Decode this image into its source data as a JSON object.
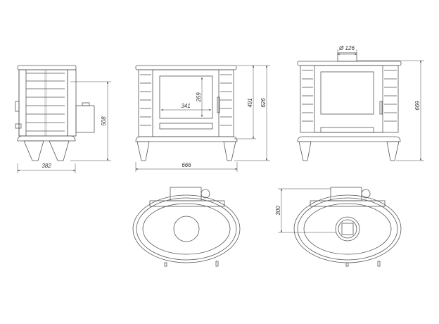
{
  "dimensions": {
    "side_depth": "382",
    "side_flue_height": "508",
    "front_width": "666",
    "glass_width": "341",
    "glass_height": "269",
    "front_door_height": "491",
    "front_total_height": "626",
    "flue_diameter": "Ø 126",
    "top_outlet_height": "669",
    "rear_flue_offset": "300"
  },
  "colors": {
    "line": "#555555",
    "background": "#ffffff"
  }
}
